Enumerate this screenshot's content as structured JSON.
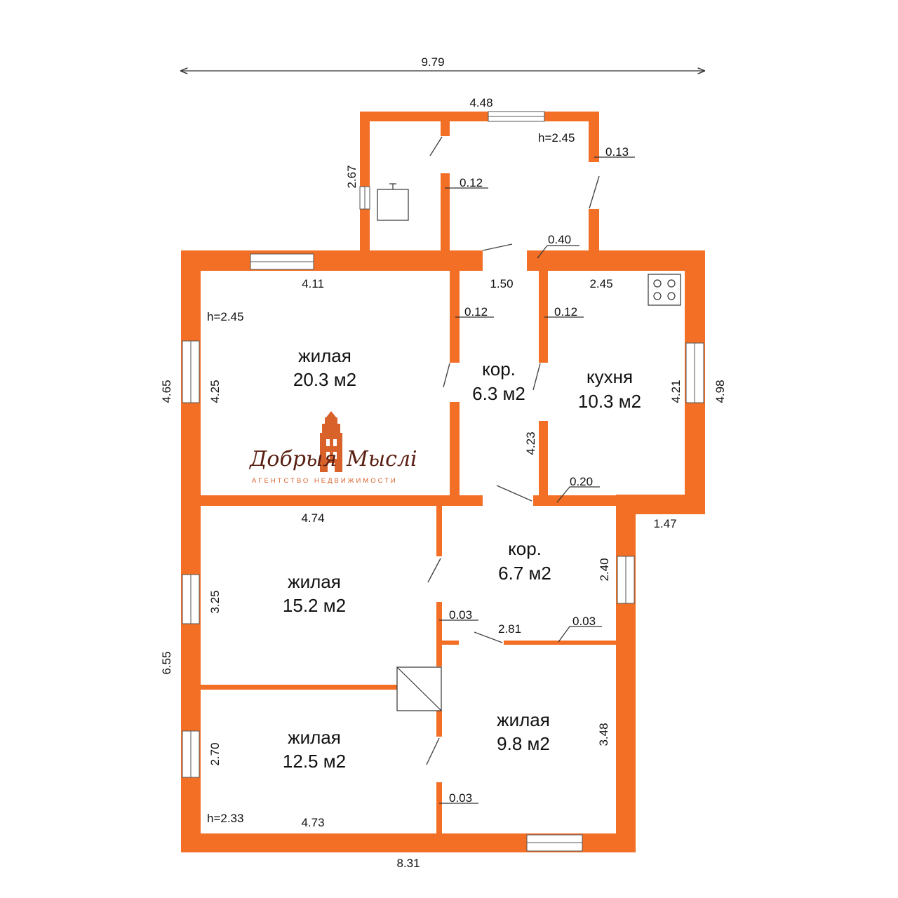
{
  "colors": {
    "wall": "#f26f25",
    "window": "#ffffff",
    "line": "#333333",
    "logo_dark": "#5a1f12",
    "logo_accent": "#d9622b"
  },
  "overall": {
    "width": "9.79"
  },
  "rooms": {
    "r1": {
      "name": "жилая",
      "area": "20.3 м2"
    },
    "r2": {
      "name": "кор.",
      "area": "6.3 м2"
    },
    "r3": {
      "name": "кухня",
      "area": "10.3 м2"
    },
    "r4": {
      "name": "жилая",
      "area": "15.2 м2"
    },
    "r5": {
      "name": "кор.",
      "area": "6.7 м2"
    },
    "r6": {
      "name": "жилая",
      "area": "12.5 м2"
    },
    "r7": {
      "name": "жилая",
      "area": "9.8 м2"
    }
  },
  "dims": {
    "d448": "4.48",
    "h_vest": "h=2.45",
    "d013": "0.13",
    "d267": "2.67",
    "d012_vest": "0.12",
    "d040": "0.40",
    "d411": "4.11",
    "d150": "1.50",
    "d245": "2.45",
    "h_main": "h=2.45",
    "d012_a": "0.12",
    "d012_b": "0.12",
    "d465": "4.65",
    "d425": "4.25",
    "d421": "4.21",
    "d498": "4.98",
    "d423": "4.23",
    "d020": "0.20",
    "d474": "4.74",
    "d147": "1.47",
    "d240": "2.40",
    "d325": "3.25",
    "d003_a": "0.03",
    "d281": "2.81",
    "d003_b": "0.03",
    "d655": "6.55",
    "d348": "3.48",
    "d270": "2.70",
    "d003_c": "0.03",
    "h_low": "h=2.33",
    "d473": "4.73",
    "d831": "8.31"
  },
  "logo": {
    "name_left": "Добрыя",
    "name_right": "Мыслі",
    "tagline": "АГЕНТСТВО НЕДВИЖИМОСТИ"
  }
}
